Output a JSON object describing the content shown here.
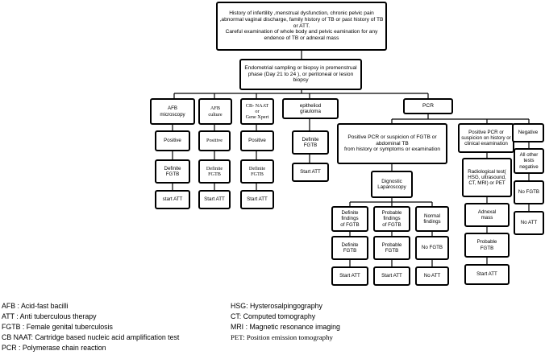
{
  "nodes": {
    "root": "History of infertility ,menstrual dysfunction, chronic pelvic pain ,abnormal vaginal discharge, family history of TB or past history of TB or ATT.\nCareful examination of whole body and pelvic eamination for any endence of TB or adnexal mass",
    "endometrial": "Endometrial  sampling or biopsy in premenstrual phase (Day 21 to 24 ), or peritoneal or lesion biopsy",
    "afb_micro": "AFB\nmicroscopy",
    "afb_culture": "AFB\nculture",
    "cbnaat": "CB- NAAT\nor\nGene Xpert",
    "epithelioid": "epitheliod\ngrauloma",
    "pcr": "PCR",
    "pos1": "Positive",
    "pos2": "Positive",
    "pos3": "Positive",
    "def1": "Definite\nFGTB",
    "def2": "Definite\nFGTB",
    "def3": "Definite\nFGTB",
    "def4": "Definite\nFGTB",
    "att1": "start ATT",
    "att2": "Start ATT",
    "att3": "Start ATT",
    "att4": "Start ATT",
    "pcr_pos_abd": "Positive PCR or suspicion of FGTB or abdominal TB\nfrom history or symptoms or examination",
    "pcr_pos_clin": "Positive PCR or suspicion on history or clinical examination",
    "negative": "Negative",
    "lap": "Dignostic\nLaparoscopy",
    "def_find": "Definite\nfindings\nof FGTB",
    "prob_find": "Probable\nfindings\nof FGTB",
    "normal_find": "Normal\nfindings",
    "def5": "Definite\nFGTB",
    "prob1": "Probable\nFGTB",
    "no_fgtb1": "No FGTB",
    "att5": "Start ATT",
    "att6": "Start ATT",
    "no_att1": "No ATT",
    "radio": "Radiological test( HSG, ultrasound, CT, MRI) or PET",
    "adnexal": "Adnexal\nmass",
    "prob2": "Probable\nFGTB",
    "att7": "Start ATT",
    "all_neg": "All other tests negative",
    "no_fgtb2": "No FGTB",
    "no_att2": "No ATT"
  },
  "legend_left": [
    "AFB : Acid-fast bacilli",
    "ATT : Anti tuberculous therapy",
    "FGTB : Female genital tuberculosis",
    "CB NAAT: Cartridge based nucleic acid amplification test",
    "PCR : Polymerase chain reaction"
  ],
  "legend_right": [
    "HSG: Hysterosalpingography",
    "CT: Computed tomography",
    "MRI : Magnetic resonance imaging",
    "PET: Position emission tomography"
  ]
}
